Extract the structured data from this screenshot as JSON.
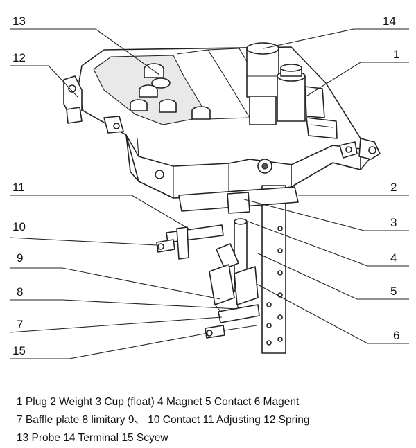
{
  "callouts": [
    "13",
    "12",
    "14",
    "1",
    "11",
    "2",
    "10",
    "3",
    "9",
    "4",
    "8",
    "5",
    "7",
    "6",
    "15"
  ],
  "legend": {
    "line1": "1 Plug 2 Weight 3 Cup (float) 4 Magnet 5 Contact 6 Magent",
    "line2": "7 Baffle plate 8 limitary 9、 10 Contact 11 Adjusting 12 Spring",
    "line3": "13 Probe 14 Terminal 15 Scyew"
  }
}
